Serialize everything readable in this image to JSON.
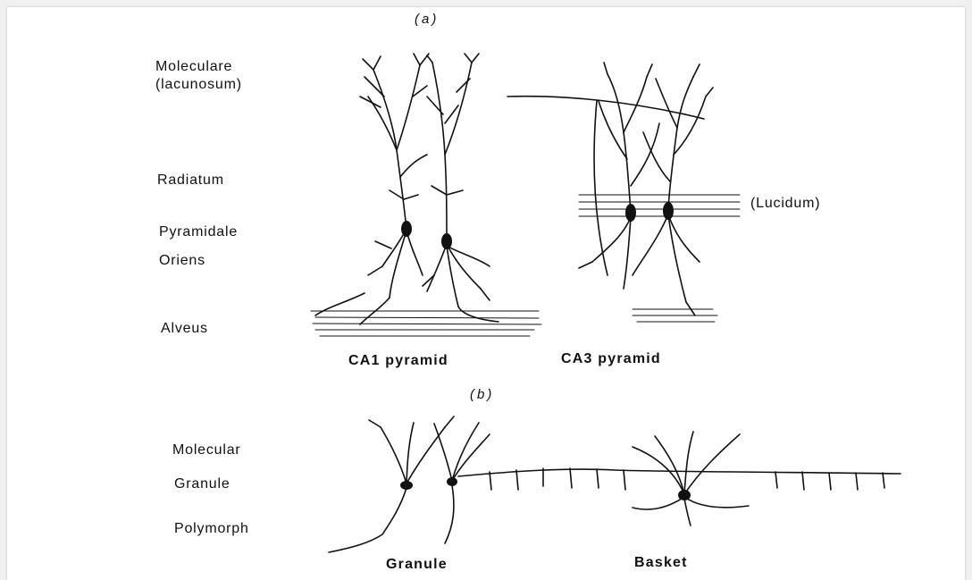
{
  "panel_a": {
    "label": "(a)",
    "layers": {
      "moleculare": "Moleculare",
      "lacunosum": "(lacunosum)",
      "radiatum": "Radiatum",
      "pyramidale": "Pyramidale",
      "oriens": "Oriens",
      "alveus": "Alveus",
      "lucidum": "(Lucidum)"
    },
    "captions": {
      "ca1": "CA1 pyramid",
      "ca3": "CA3 pyramid"
    }
  },
  "panel_b": {
    "label": "(b)",
    "layers": {
      "molecular": "Molecular",
      "granule": "Granule",
      "polymorph": "Polymorph"
    },
    "captions": {
      "granule": "Granule",
      "basket": "Basket"
    }
  },
  "colors": {
    "ink": "#111111",
    "paper": "#ffffff",
    "frame": "#f0f0f0"
  }
}
